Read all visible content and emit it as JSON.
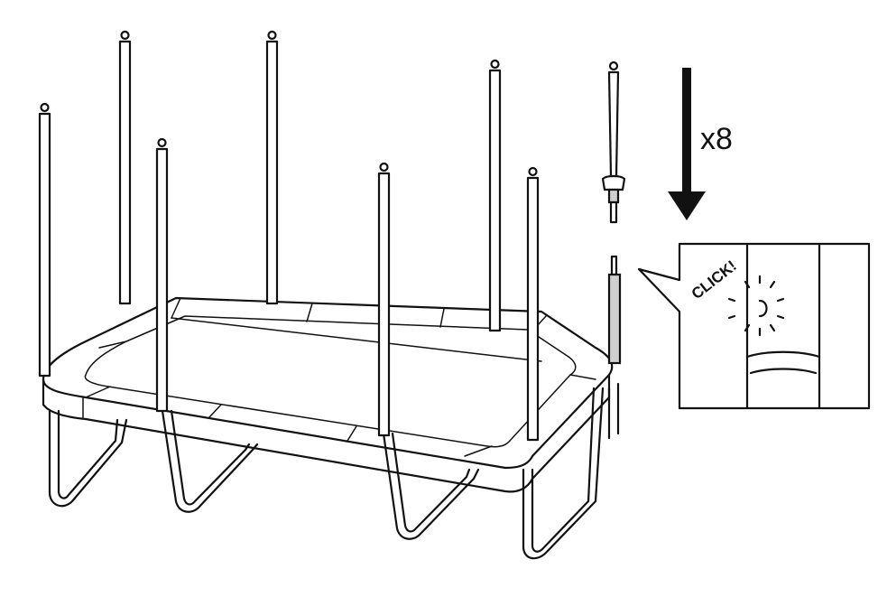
{
  "diagram": {
    "quantity_label": "x8",
    "sound_label": "CLICK!",
    "line_color": "#111111",
    "highlight_color": "#cfcfcf",
    "background_color": "#ffffff",
    "pole_count": 8
  }
}
